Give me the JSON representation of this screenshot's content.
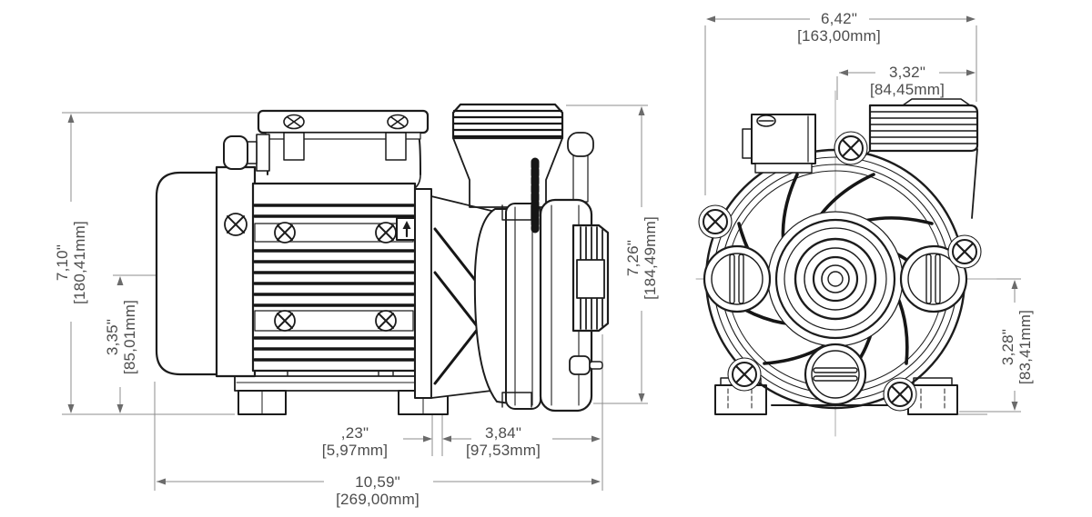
{
  "drawing": {
    "type": "technical-dimension-drawing",
    "subject": "circulation pump - side view and front view with dimensions",
    "colors": {
      "line": "#1c1c1c",
      "dim_line": "#8c8c8c",
      "dim_text": "#4d4d4d",
      "background": "#ffffff"
    },
    "icons": {
      "orientation_marker": "up-arrow",
      "brand_mark": "illegible-vertical-logo"
    },
    "dims": {
      "side_overall_height": {
        "inch": "7,10\"",
        "mm": "[180,41mm]"
      },
      "side_center_height": {
        "inch": "3,35\"",
        "mm": "[85,01mm]"
      },
      "side_wetend_height": {
        "inch": "7,26\"",
        "mm": "[184,49mm]"
      },
      "side_foot_offset": {
        "inch": ",23\"",
        "mm": "[5,97mm]"
      },
      "side_wetend_length": {
        "inch": "3,84\"",
        "mm": "[97,53mm]"
      },
      "side_overall_length": {
        "inch": "10,59\"",
        "mm": "[269,00mm]"
      },
      "front_overall_width": {
        "inch": "6,42\"",
        "mm": "[163,00mm]"
      },
      "front_port_offset": {
        "inch": "3,32\"",
        "mm": "[84,45mm]"
      },
      "front_center_height": {
        "inch": "3,28\"",
        "mm": "[83,41mm]"
      }
    }
  }
}
